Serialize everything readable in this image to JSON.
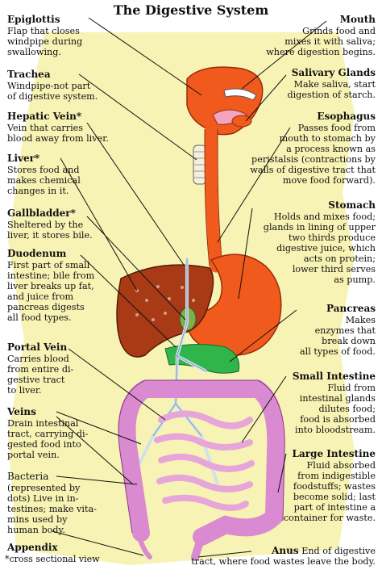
{
  "title": "The Digestive System",
  "footnote": "*cross sectional view",
  "labels": {
    "epiglottis": {
      "name": "Epiglottis",
      "desc": [
        "Flap that closes",
        "windpipe during",
        "swallowing."
      ]
    },
    "trachea": {
      "name": "Trachea",
      "desc": [
        "Windpipe-not part",
        "of digestive system."
      ]
    },
    "hepatic_vein": {
      "name": "Hepatic Vein*",
      "desc": [
        "Vein that carries",
        "blood away from liver."
      ]
    },
    "liver": {
      "name": "Liver*",
      "desc": [
        "Stores food and",
        "makes chemical",
        "changes in it."
      ]
    },
    "gallbladder": {
      "name": "Gallbladder*",
      "desc": [
        "Sheltered by the",
        "liver, it stores bile."
      ]
    },
    "duodenum": {
      "name": "Duodenum",
      "desc": [
        "First part of small",
        "intestine; bile from",
        "liver breaks up fat,",
        "and juice from",
        "pancreas digests",
        "all food types."
      ]
    },
    "portal_vein": {
      "name": "Portal Vein",
      "desc": [
        "Carries blood",
        "from entire di-",
        "gestive tract",
        "to liver."
      ]
    },
    "veins": {
      "name": "Veins",
      "desc": [
        "Drain intestinal",
        "tract, carrying di-",
        "gested food into",
        "portal vein."
      ]
    },
    "bacteria": {
      "name": "Bacteria",
      "desc": [
        "(represented by",
        "dots) Live in in-",
        "testines; make vita-",
        "mins used by",
        "human body."
      ]
    },
    "appendix": {
      "name": "Appendix",
      "desc": []
    },
    "mouth": {
      "name": "Mouth",
      "desc": [
        "Grinds food and",
        "mixes it with saliva;",
        "where digestion begins."
      ]
    },
    "salivary": {
      "name": "Salivary Glands",
      "desc": [
        "Make saliva, start",
        "digestion of starch."
      ]
    },
    "esophagus": {
      "name": "Esophagus",
      "desc": [
        "Passes food from",
        "mouth to stomach by",
        "a process known as",
        "peristalsis (contractions by",
        "walls of digestive tract that",
        "move food forward)."
      ]
    },
    "stomach": {
      "name": "Stomach",
      "desc": [
        "Holds and mixes food;",
        "glands in lining of upper",
        "two thirds produce",
        "digestive juice, which",
        "acts on protein;",
        "lower third serves",
        "as pump."
      ]
    },
    "pancreas": {
      "name": "Pancreas",
      "desc": [
        "Makes",
        "enzymes that",
        "break down",
        "all types of food."
      ]
    },
    "small_intestine": {
      "name": "Small Intestine",
      "desc": [
        "Fluid from",
        "intestinal glands",
        "dilutes food;",
        "food is absorbed",
        "into bloodstream."
      ]
    },
    "large_intestine": {
      "name": "Large Intestine",
      "desc": [
        "Fluid absorbed",
        "from indigestible",
        "foodstuffs; wastes",
        "become solid; last",
        "part of intestine a",
        "container for waste."
      ]
    },
    "anus": {
      "name": "Anus",
      "desc": [
        "End of digestive",
        "tract, where food wastes leave the body."
      ]
    }
  },
  "colors": {
    "background_wash": "#f7f3b4",
    "organ_orange": "#f05a1c",
    "organ_outline": "#9a2a0a",
    "liver_brown": "#a83a16",
    "pancreas_green": "#2fb54a",
    "intestine_pink": "#d98ad0",
    "vein_blue": "#cfe0ef"
  }
}
